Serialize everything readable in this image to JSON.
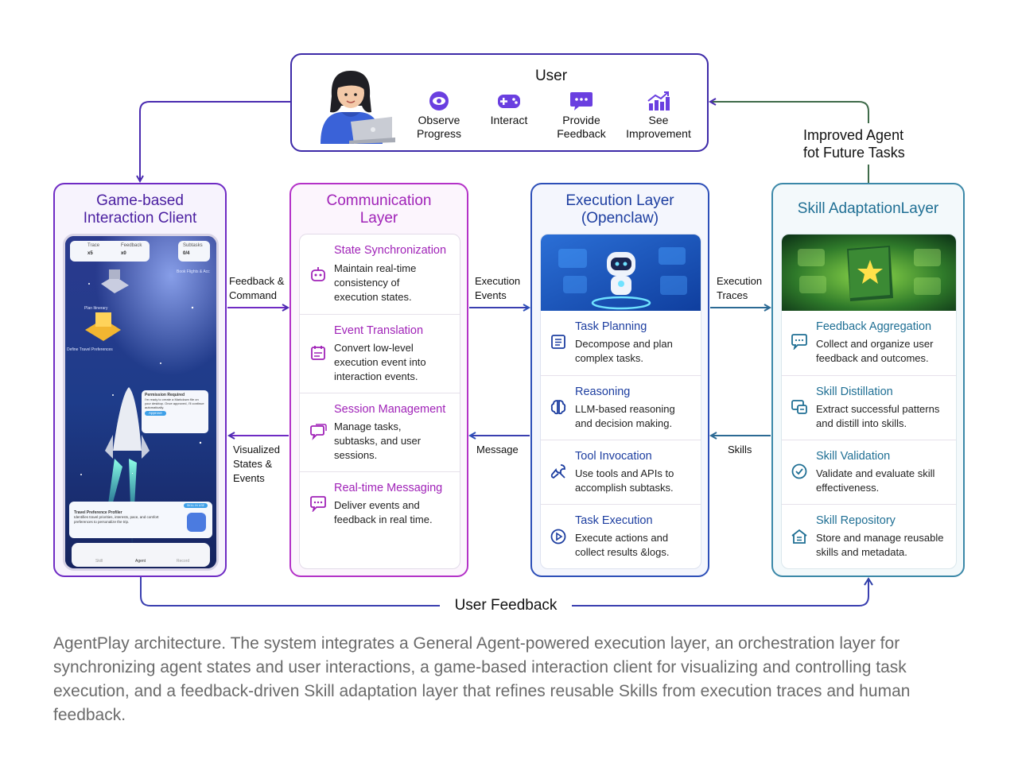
{
  "user": {
    "title": "User",
    "actions": [
      {
        "label": "Observe\nProgress",
        "icon": "eye-icon"
      },
      {
        "label": "Interact",
        "icon": "gamepad-icon"
      },
      {
        "label": "Provide\nFeedback",
        "icon": "chat-bubble-icon"
      },
      {
        "label": "See\nImprovement",
        "icon": "chart-up-icon"
      }
    ]
  },
  "improved_label": "Improved Agent\nfot Future Tasks",
  "columns": {
    "game": {
      "title": "Game-based\nInteraction Client",
      "phone": {
        "trace_label": "Trace",
        "trace_value": "x5",
        "feedback_label": "Feedback",
        "feedback_value": "x0",
        "subtasks_label": "Subtasks",
        "subtasks_value": "0/4",
        "book_flights": "Book Flights & Acc",
        "plan_itinerary": "Plan Itinerary",
        "define_prefs": "Define Travel Preferences",
        "permission_title": "Permission Required",
        "permission_text": "I'm ready to create a Markdown file on your desktop. Once approved, I'll continue automatically.",
        "approve": "Approve",
        "skill_badge": "SKILL IN USE",
        "profiler_title": "Travel Preference Profiler",
        "profiler_text": "Identifies travel priorities, interests, pace, and comfort preferences to personalize the trip.",
        "tabs": [
          "Skill",
          "Agent",
          "Record"
        ]
      }
    },
    "comm": {
      "title": "Communication\nLayer",
      "sections": [
        {
          "title": "State Synchronization",
          "desc": "Maintain real-time\nconsistency of\nexecution states.",
          "icon": "robot-icon"
        },
        {
          "title": "Event Translation",
          "desc": "Convert low-level\nexecution event into\ninteraction events.",
          "icon": "calendar-icon"
        },
        {
          "title": "Session Management",
          "desc": "Manage tasks,\nsubtasks, and user\nsessions.",
          "icon": "chat-stack-icon"
        },
        {
          "title": "Real-time Messaging",
          "desc": "Deliver events and\nfeedback in real time.",
          "icon": "message-icon"
        }
      ]
    },
    "exec": {
      "title": "Execution Layer\n(Openclaw)",
      "sections": [
        {
          "title": "Task Planning",
          "desc": "Decompose and plan\ncomplex tasks.",
          "icon": "list-icon"
        },
        {
          "title": "Reasoning",
          "desc": "LLM-based reasoning\nand decision making.",
          "icon": "brain-icon"
        },
        {
          "title": "Tool Invocation",
          "desc": "Use tools and APIs to\naccomplish subtasks.",
          "icon": "wrench-icon"
        },
        {
          "title": "Task Execution",
          "desc": "Execute actions and\ncollect results &logs.",
          "icon": "play-icon"
        }
      ]
    },
    "skill": {
      "title": "Skill AdaptationLayer",
      "sections": [
        {
          "title": "Feedback Aggregation",
          "desc": "Collect and organize user\nfeedback and outcomes.",
          "icon": "chat-icon"
        },
        {
          "title": "Skill Distillation",
          "desc": "Extract successful patterns\nand distill into skills.",
          "icon": "distill-icon"
        },
        {
          "title": "Skill Validation",
          "desc": "Validate and evaluate skill\neffectiveness.",
          "icon": "check-circle-icon"
        },
        {
          "title": "Skill Repository",
          "desc": "Store and manage reusable\nskills and metadata.",
          "icon": "home-icon"
        }
      ]
    }
  },
  "flows": {
    "feedback_command": "Feedback &\nCommand",
    "visualized": "Visualized\nStates &\nEvents",
    "execution_events": "Execution\nEvents",
    "message": "Message",
    "execution_traces": "Execution\nTraces",
    "skills": "Skills"
  },
  "user_feedback": "User Feedback",
  "caption": "AgentPlay architecture. The system integrates a General Agent-powered execution layer, an orchestration layer for synchronizing agent states and user interactions, a game-based interaction client for visualizing and controlling task execution, and a feedback-driven Skill adaptation layer that refines reusable Skills from execution traces and human feedback.",
  "colors": {
    "user_border": "#3d2aa8",
    "game": "#6f2bc4",
    "comm": "#b432c8",
    "exec": "#2d4fb8",
    "skill": "#3b88a8",
    "feedback_loop": "#3f6b4a"
  }
}
